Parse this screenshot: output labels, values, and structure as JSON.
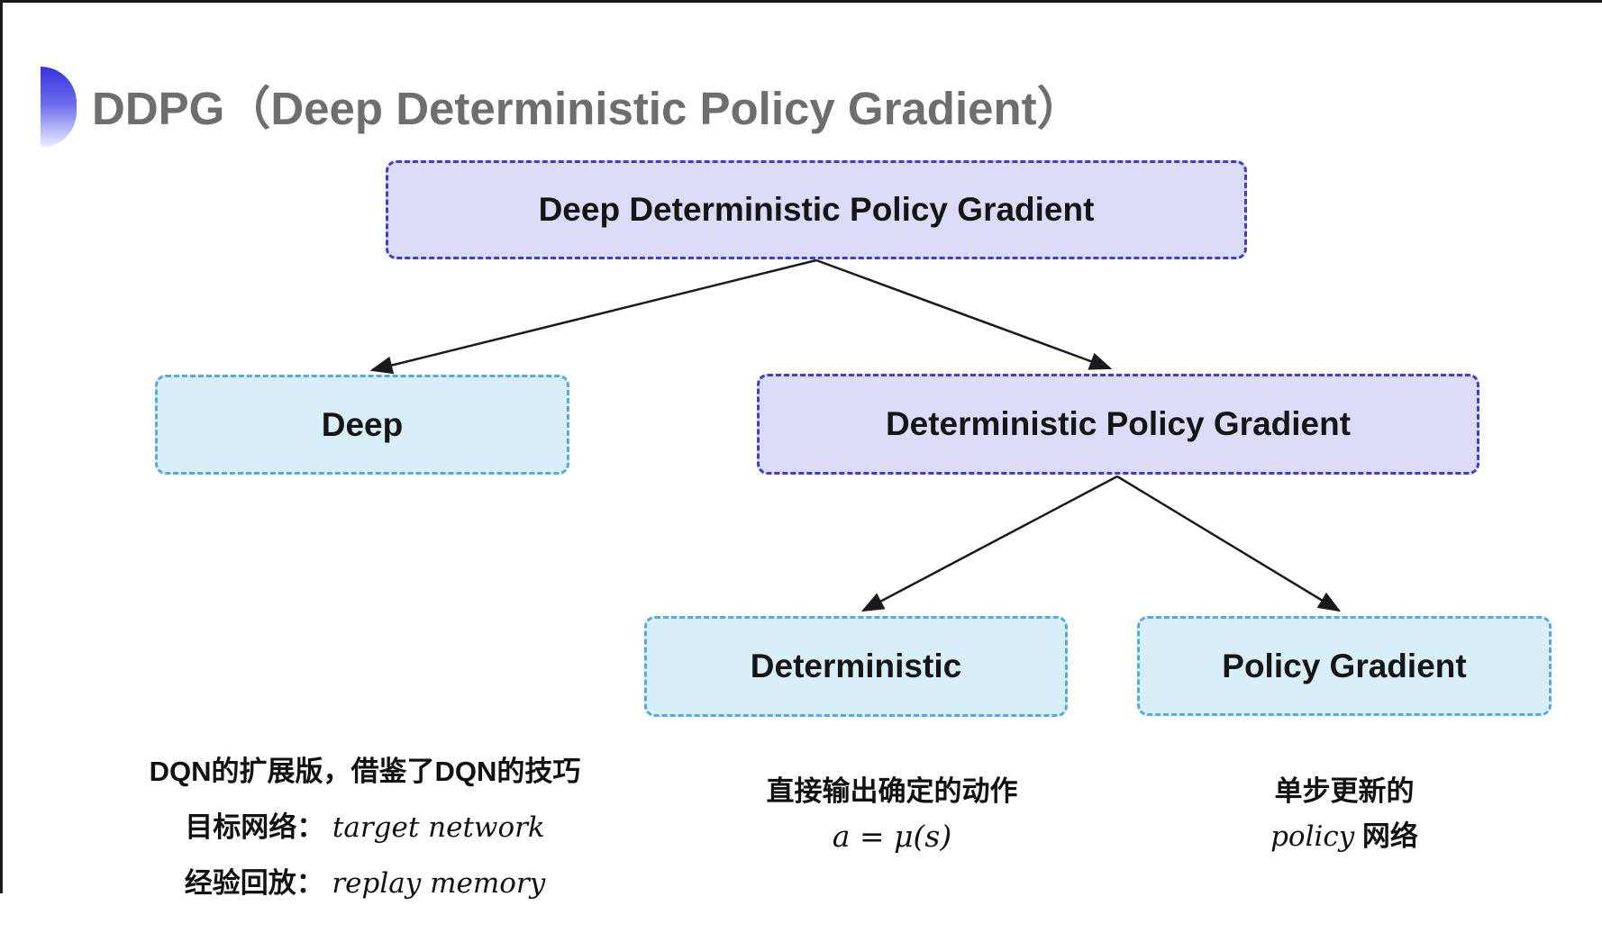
{
  "slide": {
    "title": "DDPG（Deep Deterministic Policy Gradient）"
  },
  "diagram": {
    "nodes": {
      "root": {
        "label": "Deep Deterministic Policy Gradient",
        "variant": "purple"
      },
      "deep": {
        "label": "Deep",
        "variant": "cyan"
      },
      "dpg": {
        "label": "Deterministic Policy Gradient",
        "variant": "purple"
      },
      "deterministic": {
        "label": "Deterministic",
        "variant": "cyan"
      },
      "policy_gradient": {
        "label": "Policy Gradient",
        "variant": "cyan"
      }
    },
    "edges": [
      {
        "from": "root",
        "to": "deep"
      },
      {
        "from": "root",
        "to": "dpg"
      },
      {
        "from": "dpg",
        "to": "deterministic"
      },
      {
        "from": "dpg",
        "to": "policy_gradient"
      }
    ]
  },
  "notes": {
    "deep": {
      "line1": "DQN的扩展版，借鉴了DQN的技巧",
      "target_label": "目标网络：",
      "target_value": "target network",
      "replay_label": "经验回放：",
      "replay_value": "replay memory"
    },
    "deterministic": {
      "line1": "直接输出确定的动作",
      "formula": "a = μ(s)"
    },
    "policy_gradient": {
      "line1": "单步更新的",
      "line2_italic": "policy",
      "line2_suffix": " 网络"
    }
  },
  "colors": {
    "purple_fill": "#dcdbf8",
    "purple_border": "#3e3ecd",
    "cyan_fill": "#d8eef9",
    "cyan_border": "#58aadd",
    "arrow": "#1a1a1a",
    "title_text": "#6e6e6e",
    "bullet_gradient_top": "#3434dd",
    "bullet_gradient_bottom": "#eef0fe",
    "frame_line": "#1c1c1c"
  }
}
